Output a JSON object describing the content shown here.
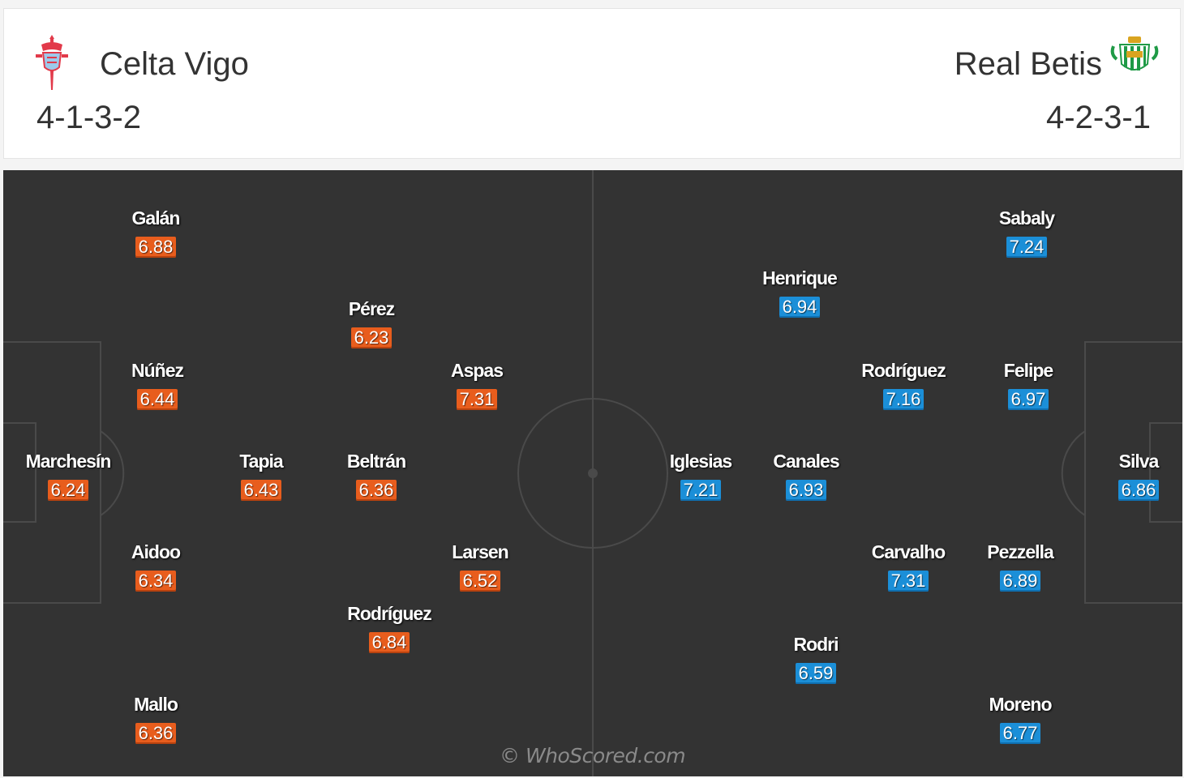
{
  "colors": {
    "home_rating": "#e85d1d",
    "away_rating": "#1b8fd8",
    "pitch": "#333333"
  },
  "home": {
    "name": "Celta Vigo",
    "formation": "4-1-3-2",
    "logo_icon": "celta-vigo-crest-icon",
    "players": [
      {
        "name": "Galán",
        "rating": "6.88"
      },
      {
        "name": "Pérez",
        "rating": "6.23"
      },
      {
        "name": "Núñez",
        "rating": "6.44"
      },
      {
        "name": "Aspas",
        "rating": "7.31"
      },
      {
        "name": "Marchesín",
        "rating": "6.24"
      },
      {
        "name": "Tapia",
        "rating": "6.43"
      },
      {
        "name": "Beltrán",
        "rating": "6.36"
      },
      {
        "name": "Aidoo",
        "rating": "6.34"
      },
      {
        "name": "Larsen",
        "rating": "6.52"
      },
      {
        "name": "Rodríguez",
        "rating": "6.84"
      },
      {
        "name": "Mallo",
        "rating": "6.36"
      }
    ]
  },
  "away": {
    "name": "Real Betis",
    "formation": "4-2-3-1",
    "logo_icon": "real-betis-crest-icon",
    "players": [
      {
        "name": "Sabaly",
        "rating": "7.24"
      },
      {
        "name": "Henrique",
        "rating": "6.94"
      },
      {
        "name": "Rodríguez",
        "rating": "7.16"
      },
      {
        "name": "Felipe",
        "rating": "6.97"
      },
      {
        "name": "Iglesias",
        "rating": "7.21"
      },
      {
        "name": "Canales",
        "rating": "6.93"
      },
      {
        "name": "Silva",
        "rating": "6.86"
      },
      {
        "name": "Carvalho",
        "rating": "7.31"
      },
      {
        "name": "Pezzella",
        "rating": "6.89"
      },
      {
        "name": "Rodri",
        "rating": "6.59"
      },
      {
        "name": "Moreno",
        "rating": "6.77"
      }
    ]
  },
  "watermark": "© WhoScored.com"
}
